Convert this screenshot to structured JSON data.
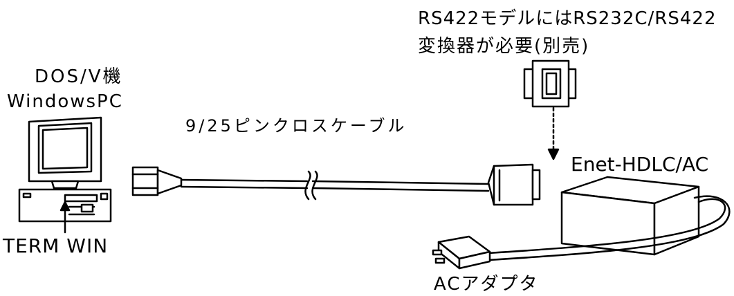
{
  "pc": {
    "line1": "DOS/V機",
    "line2": "WindowsPC"
  },
  "cable_label": "9/25ピンクロスケーブル",
  "converter_note": {
    "line1": "RS422モデルにはRS232C/RS422",
    "line2": "変換器が必要(別売)"
  },
  "device_label": "Enet-HDLC/AC",
  "software_label": "TERM WIN",
  "adapter_label": "ACアダプタ"
}
